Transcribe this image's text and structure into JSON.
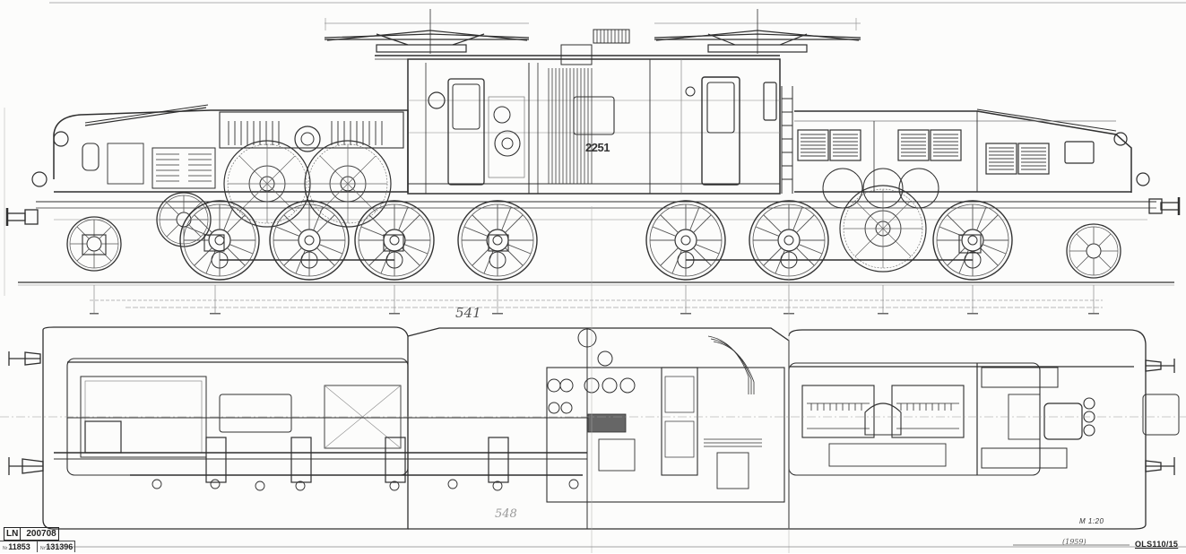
{
  "drawing": {
    "subject": "Electric locomotive general arrangement",
    "views": [
      "side-elevation",
      "plan-view"
    ],
    "locomotive_number": "2251",
    "scale": "M 1:20",
    "drawing_number": "OLS110/15",
    "handwritten_dimension_upper": "541",
    "handwritten_dimension_lower": "548",
    "bottom_note": "(1959)"
  },
  "stamp": {
    "prefix": "LN",
    "archive_number": "200708",
    "field_1_number": "11853",
    "field_2_number": "131396"
  },
  "dimension_ticks": {
    "upper": [
      "",
      "",
      "",
      "",
      "",
      "",
      "",
      ""
    ]
  },
  "colors": {
    "paper": "#fcfcfb",
    "ink": "#2a2a2a",
    "ink_light": "#8a8a8a"
  }
}
